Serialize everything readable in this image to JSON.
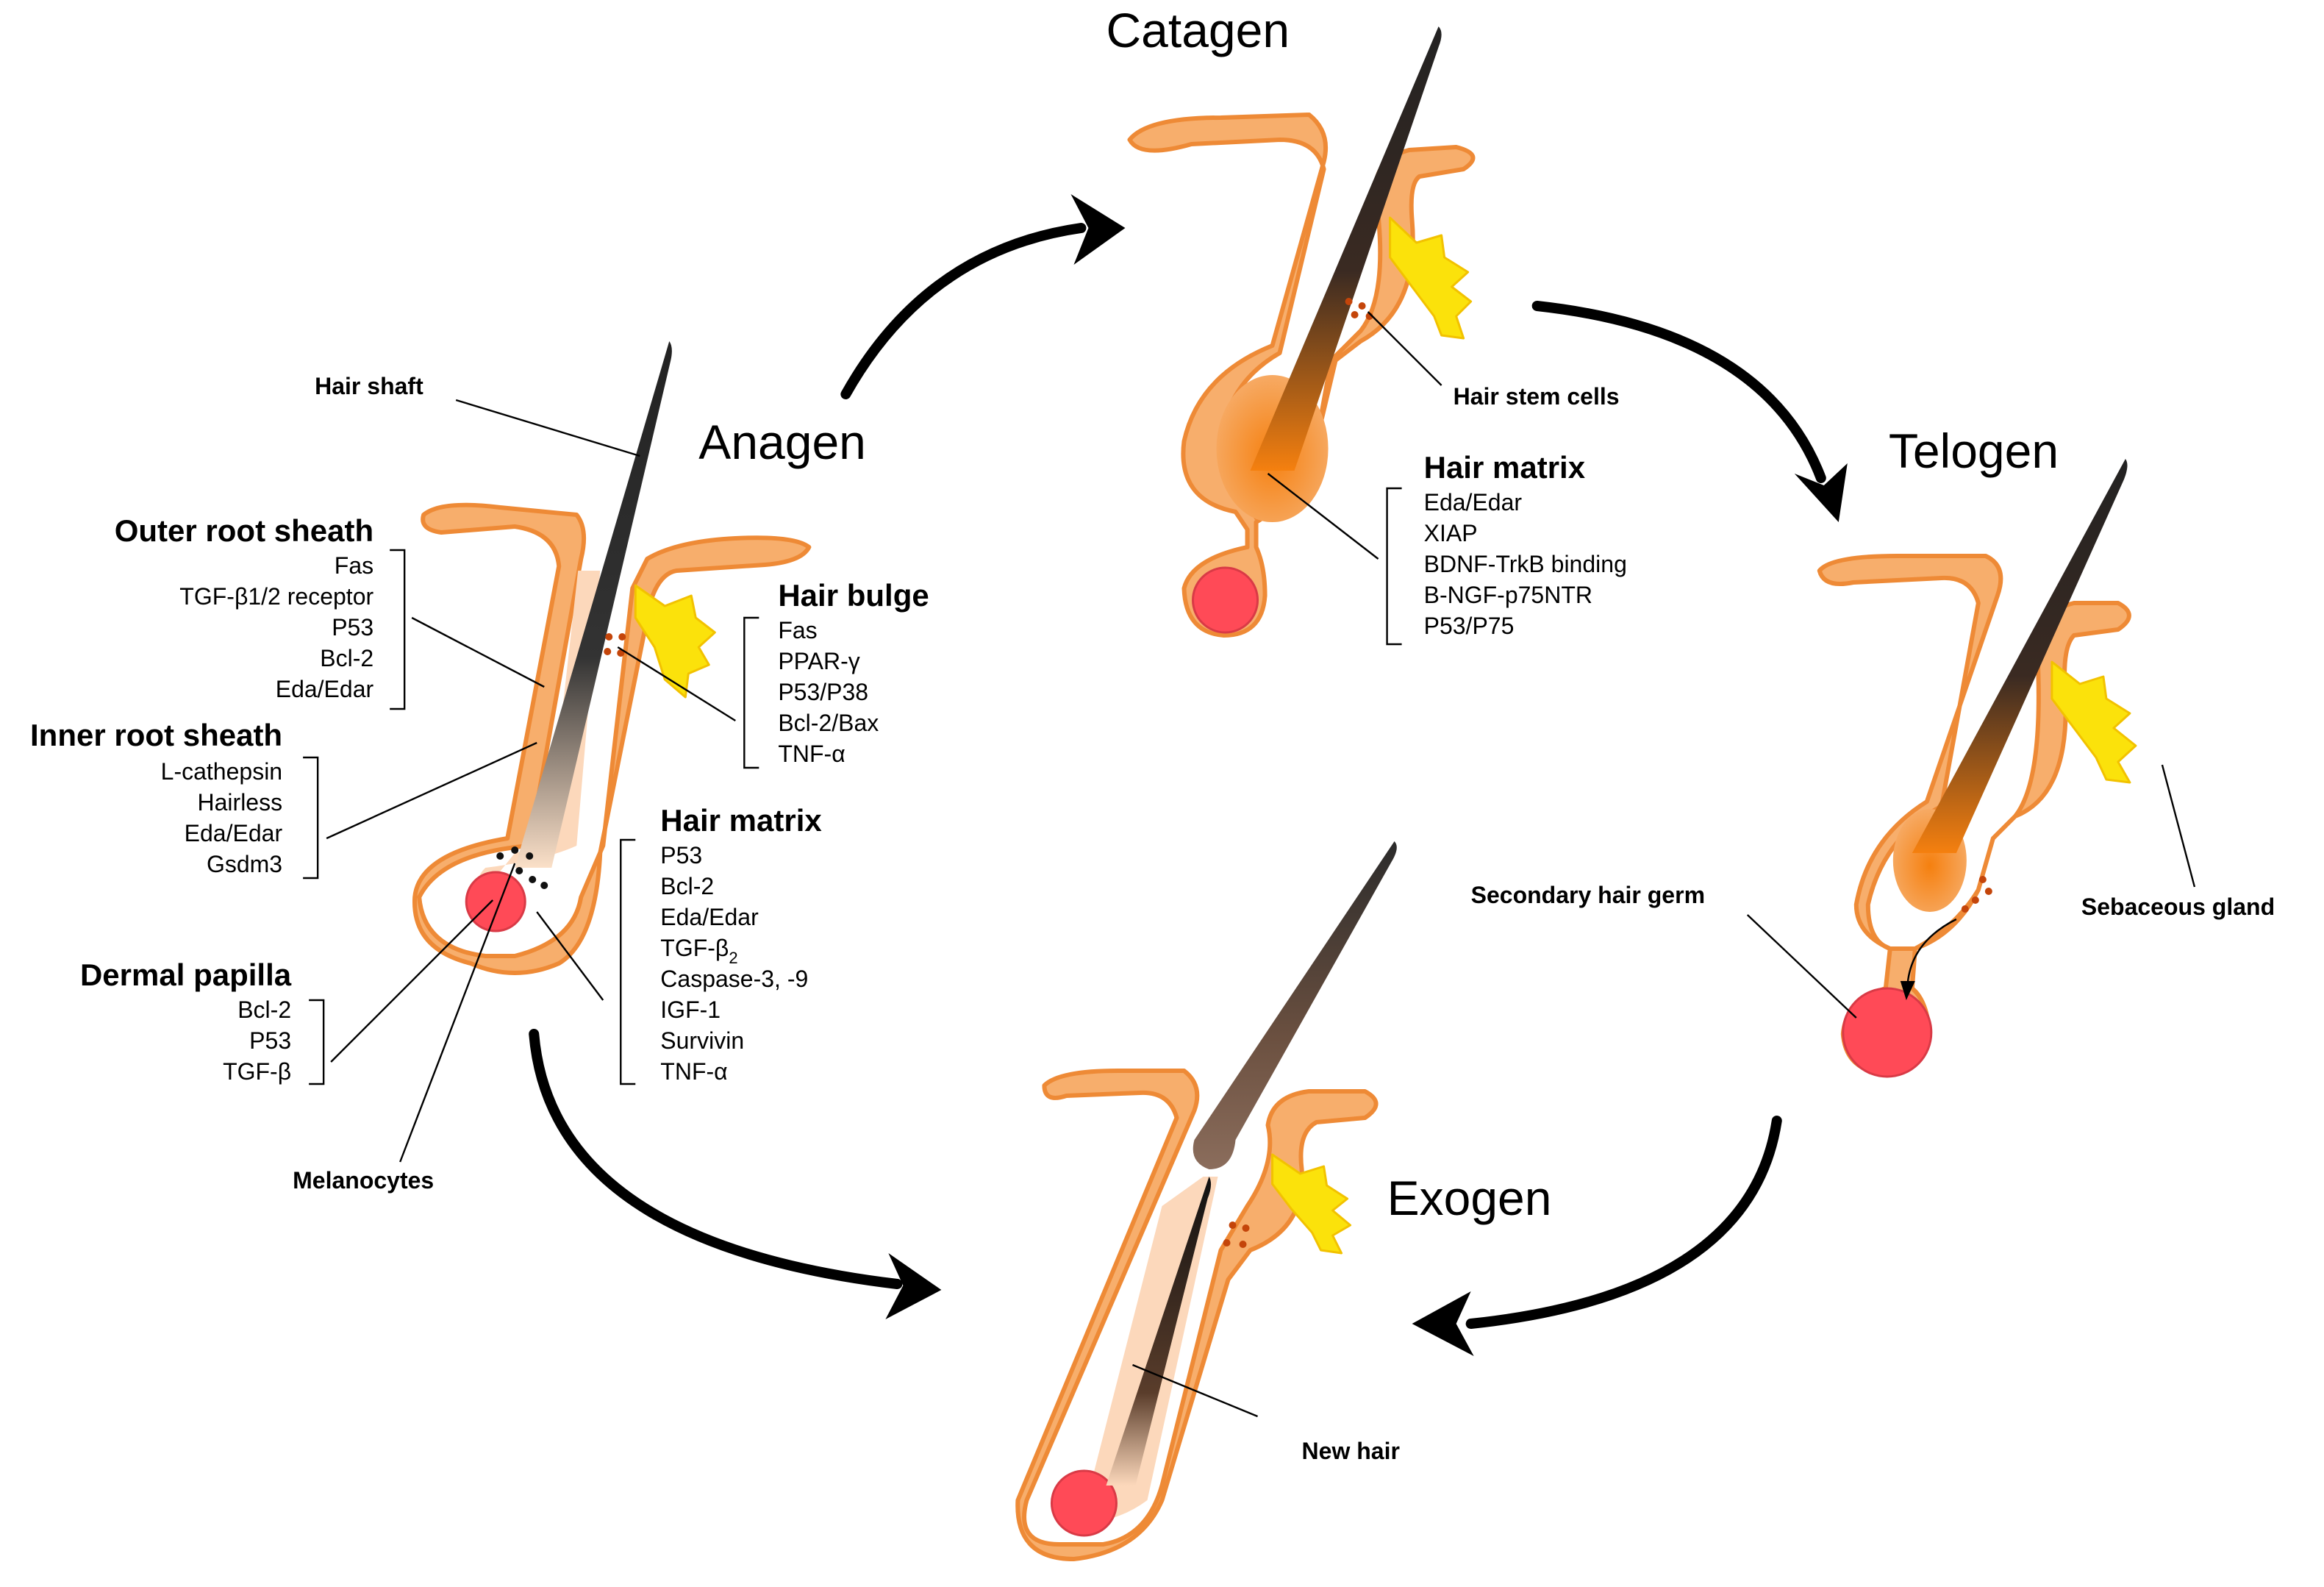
{
  "stages": {
    "anagen": "Anagen",
    "catagen": "Catagen",
    "telogen": "Telogen",
    "exogen": "Exogen"
  },
  "anagen_follicle": {
    "hair_shaft": "Hair shaft",
    "melanocytes": "Melanocytes",
    "outer_root_sheath": {
      "title": "Outer root sheath",
      "items": [
        "Fas",
        "TGF-β1/2 receptor",
        "P53",
        "Bcl-2",
        "Eda/Edar"
      ]
    },
    "inner_root_sheath": {
      "title": "Inner root sheath",
      "items": [
        "L-cathepsin",
        "Hairless",
        "Eda/Edar",
        "Gsdm3"
      ]
    },
    "dermal_papilla": {
      "title": "Dermal papilla",
      "items": [
        "Bcl-2",
        "P53",
        "TGF-β"
      ]
    },
    "hair_bulge": {
      "title": "Hair bulge",
      "items": [
        "Fas",
        "PPAR-γ",
        "P53/P38",
        "Bcl-2/Bax",
        "TNF-α"
      ]
    },
    "hair_matrix": {
      "title": "Hair matrix",
      "items": [
        "P53",
        "Bcl-2",
        "Eda/Edar",
        "TGF-β",
        "Caspase-3, -9",
        "IGF-1",
        "Survivin",
        "TNF-α"
      ],
      "tgf_subscript": "2"
    }
  },
  "catagen_follicle": {
    "hair_stem_cells": "Hair stem cells",
    "hair_matrix": {
      "title": "Hair matrix",
      "items": [
        "Eda/Edar",
        "XIAP",
        "BDNF-TrkB binding",
        "B-NGF-p75NTR",
        "P53/P75"
      ]
    }
  },
  "telogen_follicle": {
    "secondary_hair_germ": "Secondary hair germ",
    "sebaceous_gland": "Sebaceous gland"
  },
  "exogen_follicle": {
    "new_hair": "New hair"
  },
  "colors": {
    "skin": "#f7ae6c",
    "skin_outline": "#ee8a36",
    "inner_root_sheath": "#fcd8bb",
    "sebaceous_gland": "#fbe20b",
    "dermal_papilla": "#ff4a57",
    "hair_matrix": "#f5800f",
    "hair_shaft": "#2b2b2b",
    "shed_hair": "#8b6d5c"
  }
}
